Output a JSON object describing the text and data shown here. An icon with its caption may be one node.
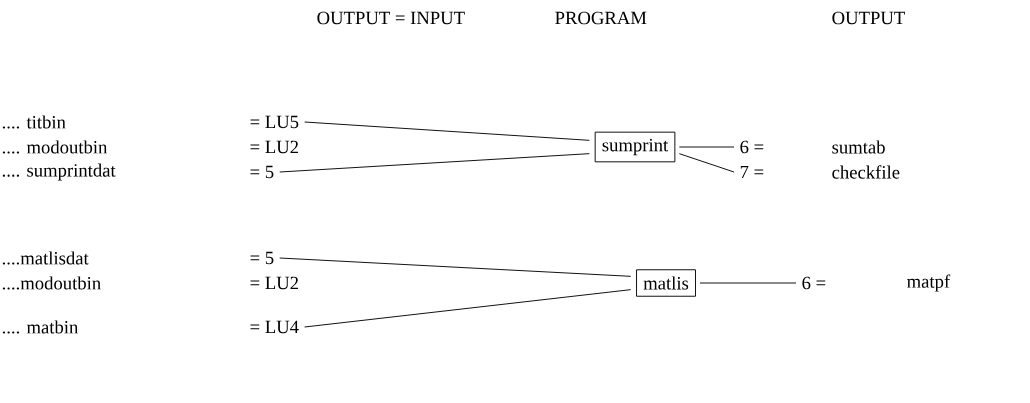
{
  "diagram": {
    "nodes": [
      {
        "text": [
          "= LU5"
        ]
      },
      {
        "text": [
          "= 5"
        ]
      },
      {
        "text": [
          "sumprint"
        ]
      },
      {
        "text": [
          "6 ="
        ]
      },
      {
        "text": [
          "7 ="
        ]
      },
      {
        "text": [
          "= 5"
        ]
      },
      {
        "text": [
          "= LU4"
        ]
      },
      {
        "text": [
          "matlis"
        ]
      },
      {
        "text": [
          "6 ="
        ]
      }
    ],
    "edges": [
      {
        "from": 0,
        "to": 2,
        "arrow": "none"
      },
      {
        "from": 1,
        "to": 2,
        "arrow": "none"
      },
      {
        "from": 2,
        "to": 3,
        "arrow": "none"
      },
      {
        "from": 2,
        "to": 4,
        "arrow": "none"
      },
      {
        "from": 5,
        "to": 7,
        "arrow": "none"
      },
      {
        "from": 6,
        "to": 7,
        "arrow": "none"
      },
      {
        "from": 7,
        "to": 8,
        "arrow": "none"
      }
    ],
    "labels": [
      "OUTPUT = INPUT",
      "PROGRAM",
      "OUTPUT",
      ".... titbin",
      ".... modoutbin",
      "= LU2",
      "sumtab",
      ".... sumprintdat",
      "checkfile",
      "....matlisdat",
      "....modoutbin",
      "= LU2",
      "matpf",
      ".... matbin"
    ]
  }
}
